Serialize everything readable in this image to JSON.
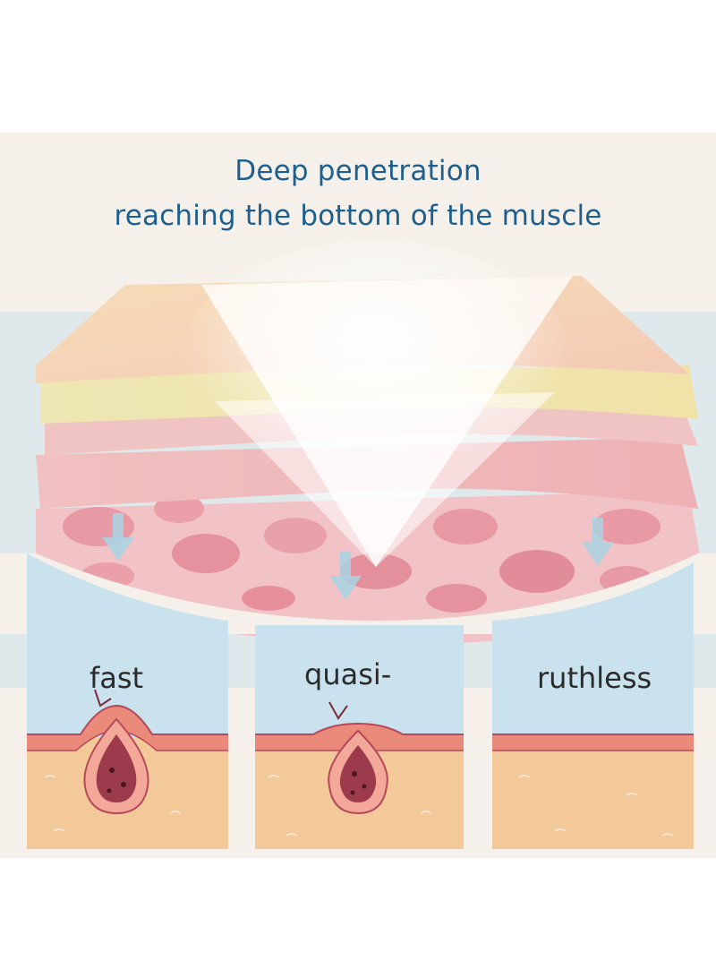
{
  "headline": {
    "line1": "Deep penetration",
    "line2": "reaching the bottom of the muscle"
  },
  "panels": [
    {
      "label": "fast",
      "stage": "raised-bump"
    },
    {
      "label": "quasi-",
      "stage": "flattening-bump"
    },
    {
      "label": "ruthless",
      "stage": "smooth-skin"
    }
  ],
  "colors": {
    "headline_text": "#1e5f8e",
    "background": "#f5f1ea",
    "panel_sky": "#c9e2ee",
    "skin_surface": "#e98a7a",
    "skin_tissue": "#f3c99a",
    "pimple_core": "#9c3b4c",
    "arrow_blue": "#a9d3e3"
  }
}
